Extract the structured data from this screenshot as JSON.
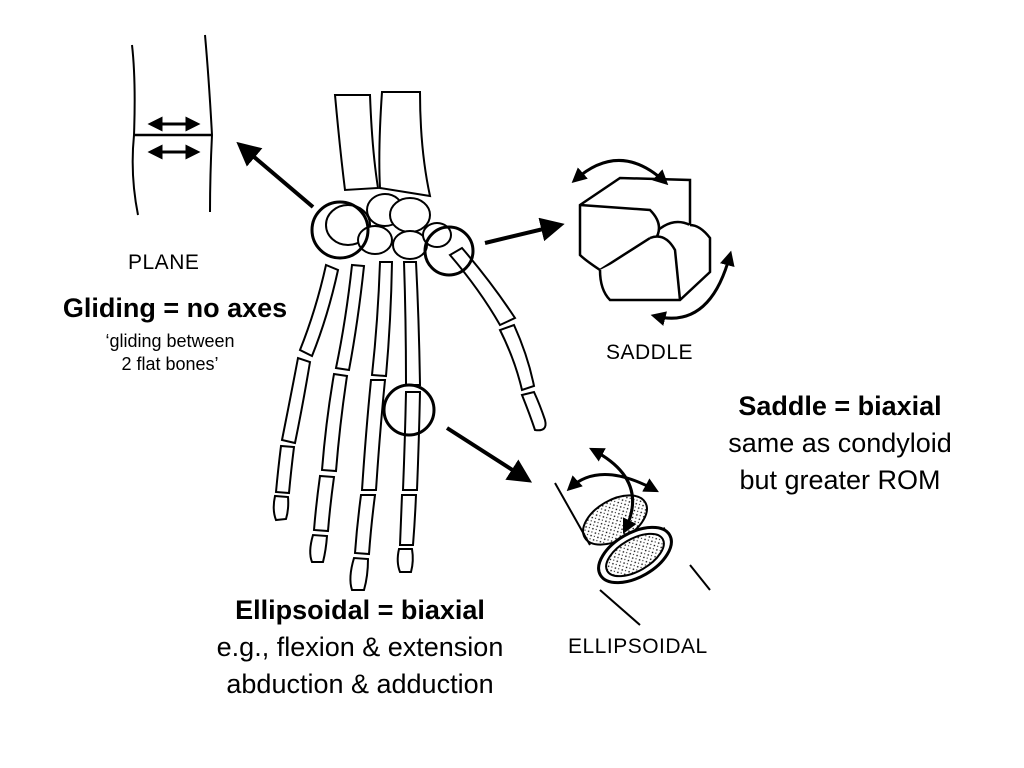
{
  "labels": {
    "plane": "PLANE",
    "saddle": "SADDLE",
    "ellipsoidal": "ELLIPSOIDAL"
  },
  "gliding": {
    "title": "Gliding = no axes",
    "line1": "‘gliding between",
    "line2": "2 flat bones’"
  },
  "saddle_text": {
    "title": "Saddle = biaxial",
    "line1": "same as condyloid",
    "line2": "but greater ROM"
  },
  "ellipsoidal_text": {
    "title": "Ellipsoidal = biaxial",
    "line1": "e.g., flexion & extension",
    "line2": "abduction & adduction"
  },
  "colors": {
    "ink": "#000000",
    "background": "#ffffff"
  },
  "icons": [
    "hand-skeleton-icon",
    "plane-joint-icon",
    "saddle-joint-icon",
    "ellipsoidal-joint-icon"
  ]
}
